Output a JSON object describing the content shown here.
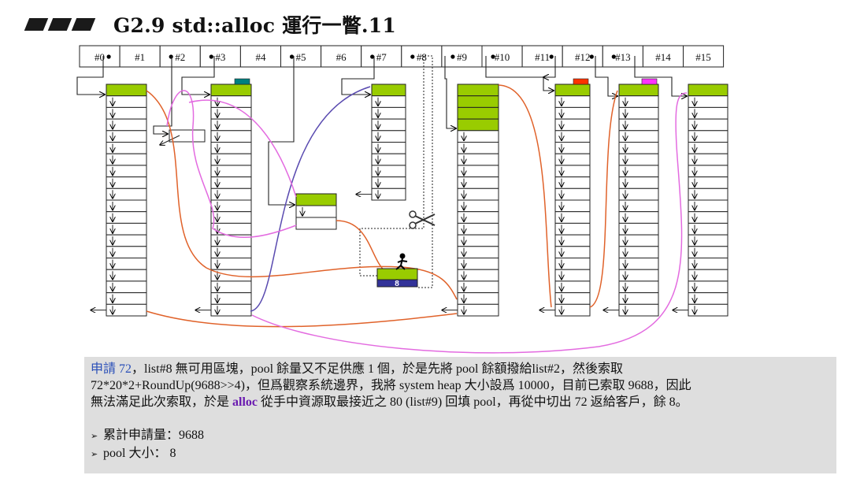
{
  "title": {
    "text": "G2.9 std::alloc 運行一瞥.11"
  },
  "diagram": {
    "slots": [
      "#0",
      "#1",
      "#2",
      "#3",
      "#4",
      "#5",
      "#6",
      "#7",
      "#8",
      "#9",
      "#10",
      "#11",
      "#12",
      "#13",
      "#14",
      "#15"
    ],
    "pool_label": "8",
    "colors": {
      "block_green": "#99cc00",
      "pool_blue": "#333399",
      "tag_teal": "#008080",
      "tag_red": "#ff3300",
      "tag_magenta": "#ff33ff",
      "curve_orange": "#e0622a",
      "curve_magenta": "#e36be0",
      "curve_purple": "#5a4bb0"
    }
  },
  "info": {
    "line1_prefix": "申請 72",
    "line1_rest": "，list#8 無可用區塊，pool 餘量又不足供應 1 個，於是先將 pool 餘額撥給list#2，然後索取",
    "line2": "72*20*2+RoundUp(9688>>4)，但爲觀察系統邊界，我將 system heap 大小設爲 10000，目前已索取 9688，因此",
    "line3_prefix": "無法滿足此次索取，於是 ",
    "line3_alloc": "alloc",
    "line3_rest": " 從手中資源取最接近之 80 (list#9) 回填 pool，再從中切出 72 返給客戶，餘 8。",
    "bullets": [
      "累計申請量：9688",
      "pool 大小： 8"
    ],
    "bullet_glyph": "➢"
  }
}
